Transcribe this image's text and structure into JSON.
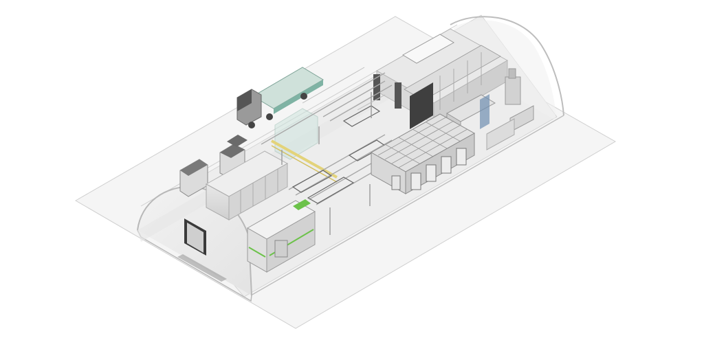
{
  "scene": {
    "colors": {
      "background": "#ffffff",
      "floor": "#f4f4f4",
      "floor_edge": "#c9c9c9",
      "wall": "#e9e9e9",
      "equipment": "#dcdcdc",
      "equipment_dark": "#8c8c8c",
      "truck_cab": "#9a9a9a",
      "truck_bed": "#7fb3a4",
      "accent_green": "#6cc24a",
      "accent_yellow": "#e3d37a",
      "conveyor": "#bdbdbd"
    },
    "icons": [
      "truck-icon",
      "tent-hall",
      "paint-booth",
      "conveyor-line",
      "rack-storage",
      "exhaust-unit",
      "control-cabinet"
    ]
  }
}
